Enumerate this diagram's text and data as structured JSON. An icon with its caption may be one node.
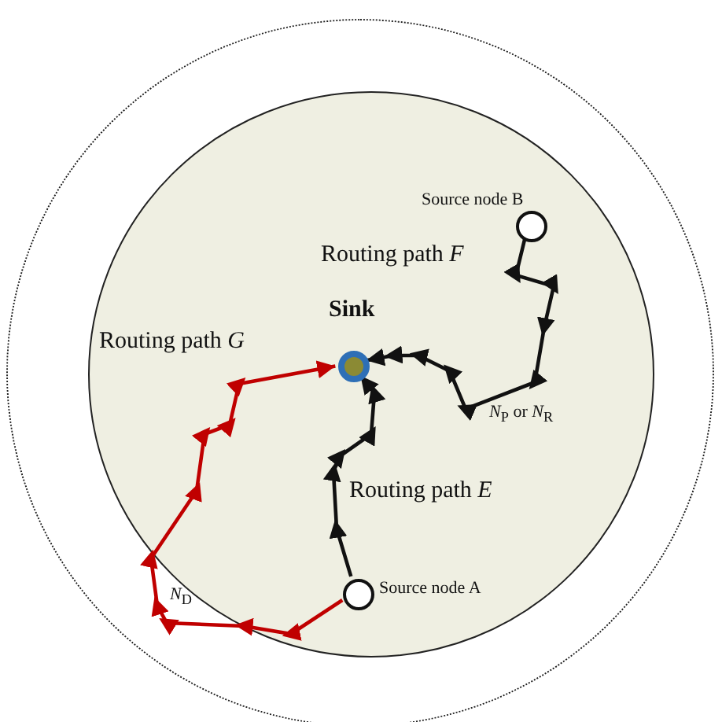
{
  "diagram": {
    "nodes": [
      {
        "text": [],
        "shape": "circle"
      },
      {
        "text": [],
        "shape": "circle",
        "in": 0
      },
      {
        "text": [
          "Sink"
        ],
        "in": 1
      },
      {
        "text": [
          "Source node A"
        ],
        "in": 1
      },
      {
        "text": [
          "Source node B"
        ],
        "in": 1
      }
    ],
    "edges": [
      {
        "from": 3,
        "to": 2,
        "arrow": "to",
        "label": "Routing path *E*"
      },
      {
        "from": 4,
        "to": 2,
        "arrow": "to",
        "label": "Routing path *F*"
      },
      {
        "from": 3,
        "to": 2,
        "arrow": "to",
        "label": "Routing path *G*",
        "color": "#c00000"
      }
    ],
    "labels": [
      "*N*$_{P}$ or *N*$_{R}$",
      "*N*$_{D}$"
    ]
  }
}
